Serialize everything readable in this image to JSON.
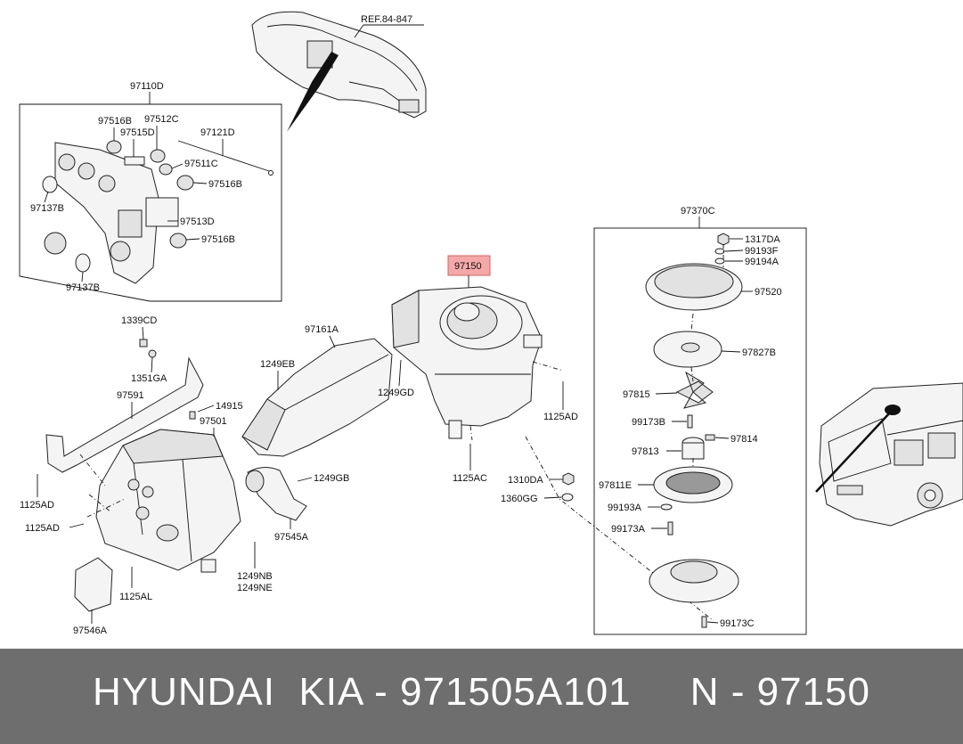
{
  "labels": {
    "ref": "REF.84-847",
    "p97110D": "97110D",
    "p97516B_a": "97516B",
    "p97512C": "97512C",
    "p97515D": "97515D",
    "p97121D": "97121D",
    "p97511C": "97511C",
    "p97516B_b": "97516B",
    "p97137B_a": "97137B",
    "p97513D": "97513D",
    "p97516B_c": "97516B",
    "p97137B_b": "97137B",
    "p1339CD": "1339CD",
    "p1351GA": "1351GA",
    "p97591": "97591",
    "p14915": "14915",
    "p97501": "97501",
    "p1125AD_a": "1125AD",
    "p1125AD_b": "1125AD",
    "p1125AL": "1125AL",
    "p97546A": "97546A",
    "p97161A": "97161A",
    "p1249EB": "1249EB",
    "p1249GD": "1249GD",
    "p1249GB": "1249GB",
    "p97545A": "97545A",
    "p1249NB": "1249NB",
    "p1249NE": "1249NE",
    "p97150": "97150",
    "p1125AD_c": "1125AD",
    "p1125AC": "1125AC",
    "p1310DA": "1310DA",
    "p1360GG": "1360GG",
    "p97370C": "97370C",
    "p1317DA": "1317DA",
    "p99193F": "99193F",
    "p99194A": "99194A",
    "p97520": "97520",
    "p97827B": "97827B",
    "p97815": "97815",
    "p99173B": "99173B",
    "p97814": "97814",
    "p97813": "97813",
    "p97811E": "97811E",
    "p99193A": "99193A",
    "p99173A": "99173A",
    "p99173C": "99173C"
  },
  "colors": {
    "highlight_fill": "#f4a8a8",
    "highlight_stroke": "#e06060",
    "footer_bg": "#6e6e6e",
    "footer_text": "#ffffff"
  },
  "footer": {
    "title": "HYUNDAI  KIA - 971505A101     N - 97150"
  }
}
